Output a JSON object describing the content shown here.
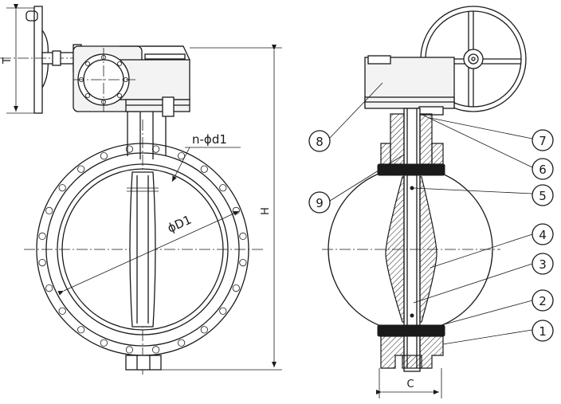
{
  "dimensions": {
    "T": "T",
    "H": "H",
    "C": "C",
    "bolt_holes": "n-ϕd1",
    "pcd": "ϕD1"
  },
  "callouts": [
    "1",
    "2",
    "3",
    "4",
    "5",
    "6",
    "7",
    "8",
    "9"
  ]
}
